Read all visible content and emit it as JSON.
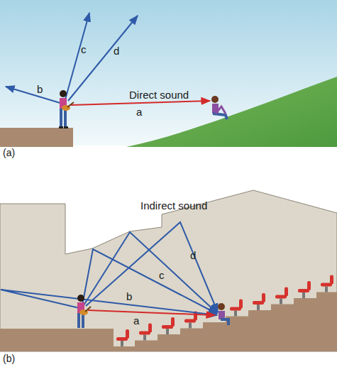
{
  "diagram": {
    "labels": [
      "(a)",
      "b",
      "c",
      "d",
      "Direct sound",
      "a",
      "(b)",
      "Indirect sound",
      "c",
      "d",
      "b",
      "a"
    ]
  }
}
